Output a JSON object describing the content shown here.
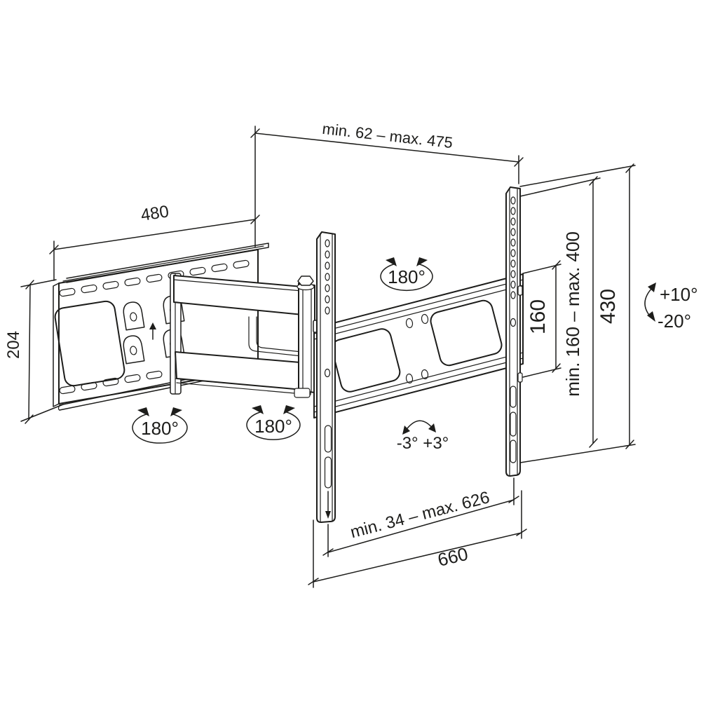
{
  "diagram": {
    "description": "TV wall mount bracket technical line drawing with dimensions",
    "colors": {
      "line": "#1d1d1b",
      "background": "#ffffff"
    },
    "labels": {
      "depth_range": "min. 62 – max. 475",
      "wall_plate_width": "480",
      "wall_plate_height": "204",
      "swivel_wall_joint": "180°",
      "swivel_mid_joint": "180°",
      "swivel_tv_joint": "180°",
      "vesa_min_height": "160",
      "vesa_height_range": "min. 160 – max. 400",
      "tv_bracket_height": "430",
      "tilt_up": "+10°",
      "tilt_down": "-20°",
      "level_adjustment": "-3° +3°",
      "vesa_width_range": "min. 34 – max. 626",
      "tv_bracket_width": "660"
    }
  }
}
